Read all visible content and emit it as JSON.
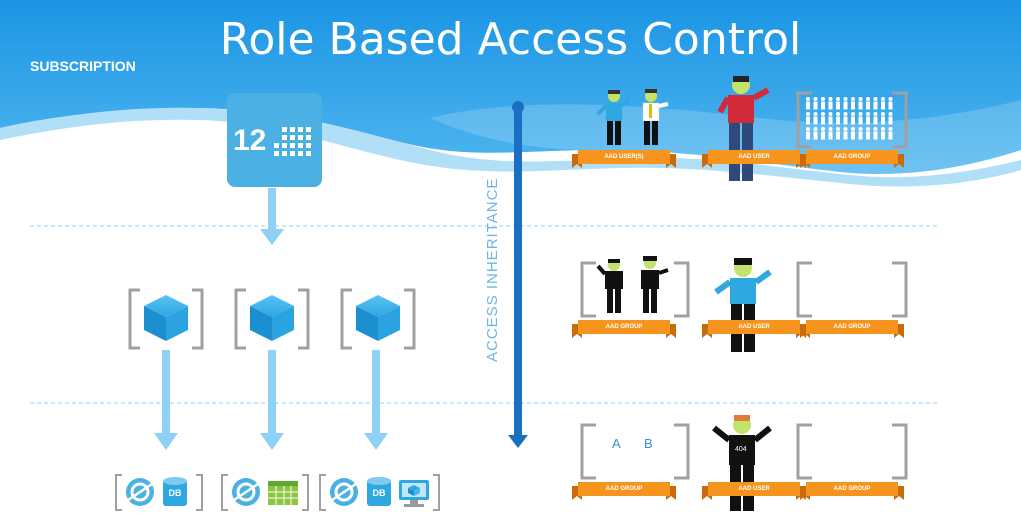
{
  "title": "Role Based Access Control",
  "scope_label": "SUBSCRIPTION",
  "subscription_tile": {
    "number": "12"
  },
  "axis_label": "ACCESS INHERITANCE",
  "rows": [
    {
      "labels": [
        "AAD USER(S)",
        "AAD USER",
        "AAD GROUP"
      ]
    },
    {
      "labels": [
        "AAD GROUP",
        "AAD USER",
        "AAD GROUP"
      ]
    },
    {
      "labels": [
        "AAD GROUP",
        "AAD USER",
        "AAD GROUP"
      ]
    }
  ],
  "row3_group_members": [
    "A",
    "B"
  ],
  "user_shirt_number": "404",
  "resource_db_label": "DB",
  "icons": [
    "subscription-icon",
    "resource-group-icon",
    "website-icon",
    "database-icon",
    "table-icon",
    "virtual-machine-icon",
    "person-icon",
    "arrow-icon"
  ],
  "colors": {
    "sky": "#1f9be6",
    "arrow": "#8fd0f5",
    "cube": "#2fa7e0",
    "banner": "#f7941d",
    "inheritance": "#1b6fc0",
    "bracket": "#a0a0a0"
  }
}
